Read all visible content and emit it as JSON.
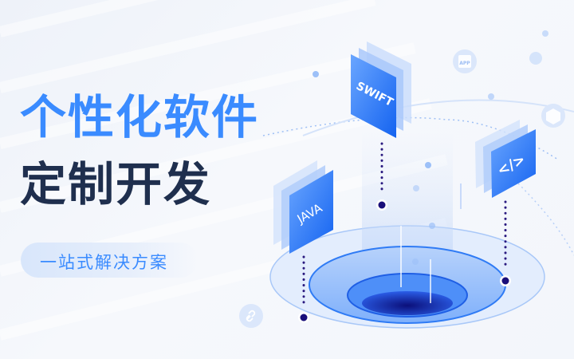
{
  "headline": {
    "line1": "个性化软件",
    "line2": "定制开发"
  },
  "subtitle": "一站式解决方案",
  "cards": {
    "swift": "SWIFT",
    "java": "JAVA",
    "code": "</>"
  },
  "icons": {
    "app_badge": "APP"
  },
  "colors": {
    "accent": "#3a8bff",
    "dark": "#1f2f4e",
    "card": "#2f7bf5",
    "dot": "#1a0f7a"
  }
}
